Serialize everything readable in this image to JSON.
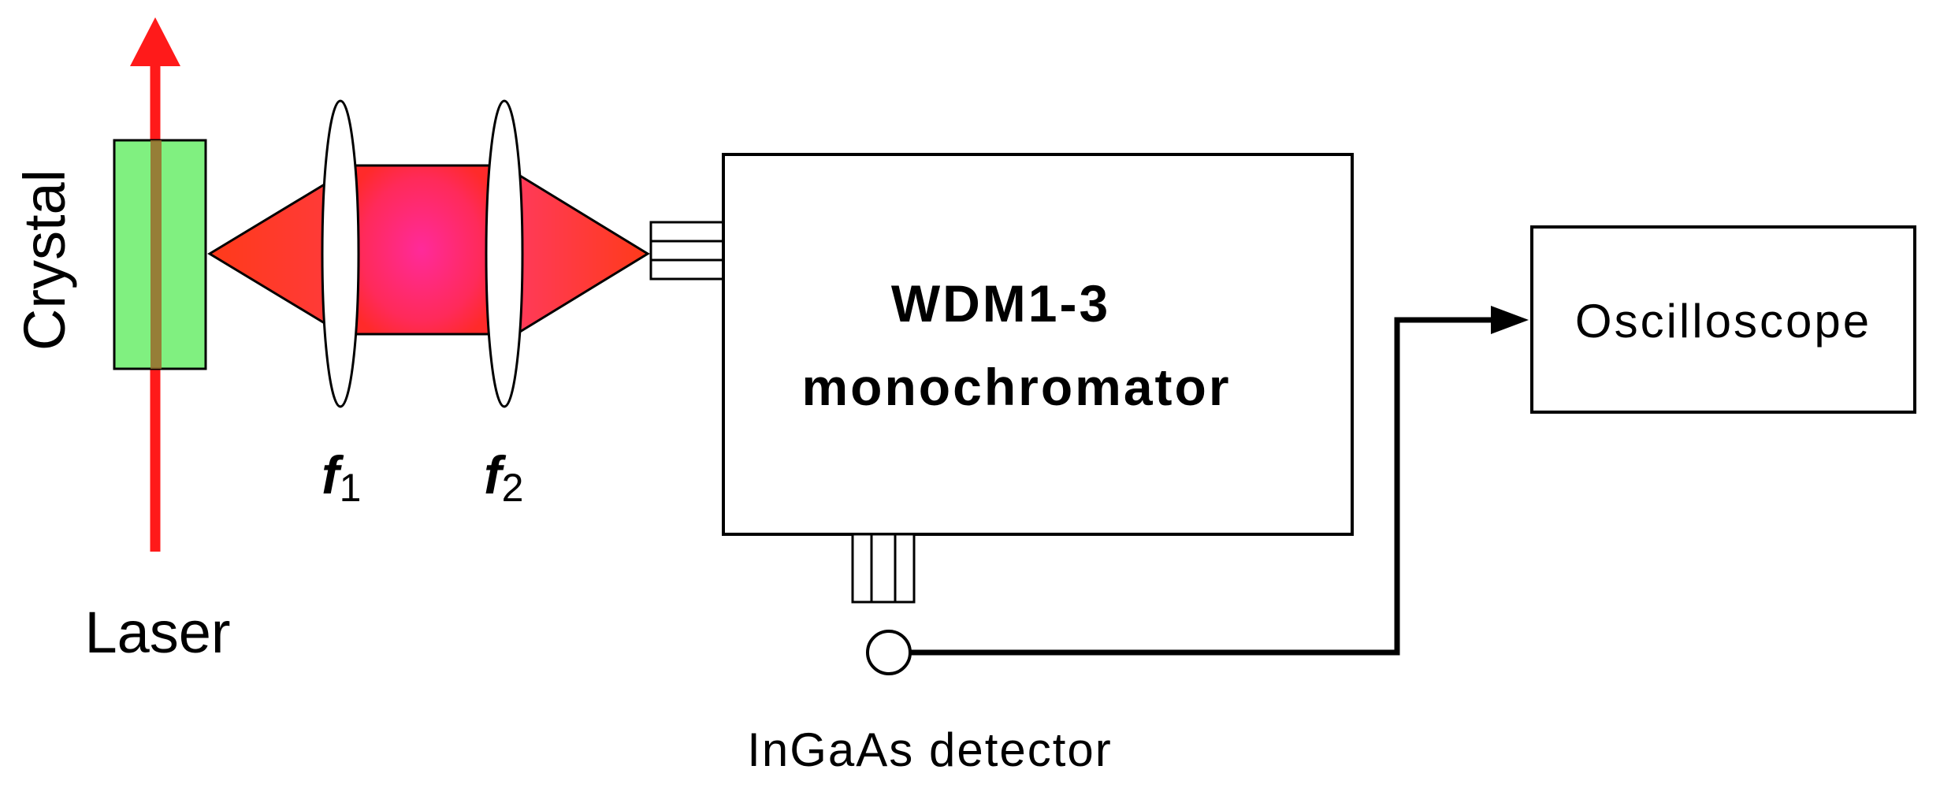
{
  "labels": {
    "crystal": "Crystal",
    "laser": "Laser",
    "lens1_main": "f",
    "lens1_sub": "1",
    "lens2_main": "f",
    "lens2_sub": "2",
    "mono_line1": "WDM1-3",
    "mono_line2": "monochromator",
    "oscilloscope": "Oscilloscope",
    "detector": "InGaAs detector"
  },
  "colors": {
    "laser": "#ff1a1a",
    "crystal_fill": "#80f080",
    "crystal_core": "#9a6a2a",
    "beam_edge": "#ff3a1a",
    "beam_center": "#ff2a8c",
    "line": "#000000",
    "background": "#ffffff"
  }
}
